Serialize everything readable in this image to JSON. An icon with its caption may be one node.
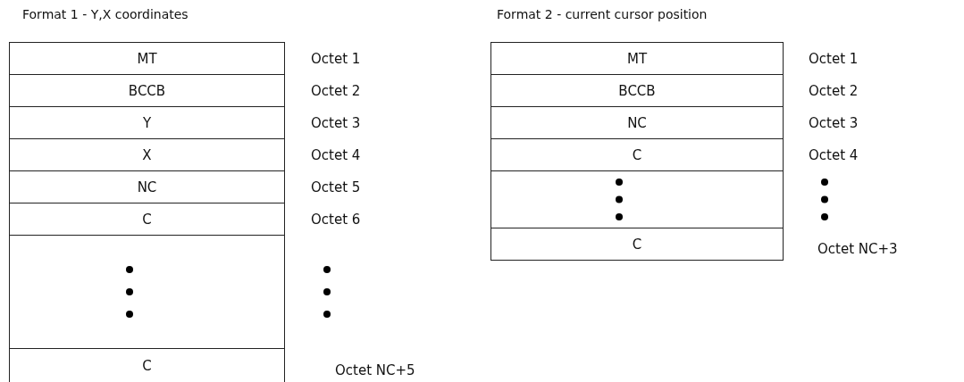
{
  "diagram": {
    "nodes": [
      {
        "text": [
          "MT"
        ],
        "beside": [
          "Octet 1"
        ]
      },
      {
        "text": [
          "BCCB"
        ],
        "beside": [
          "Octet 2"
        ]
      },
      {
        "text": [
          "Y"
        ],
        "beside": [
          "Octet 3"
        ]
      },
      {
        "text": [
          "X"
        ],
        "beside": [
          "Octet 4"
        ]
      },
      {
        "text": [
          "NC"
        ],
        "beside": [
          "Octet 5"
        ]
      },
      {
        "text": [
          "C"
        ],
        "beside": [
          "Octet 6"
        ]
      },
      {
        "text": [],
        "shape": "box"
      },
      {
        "text": [
          "C"
        ],
        "beside": [
          "Octet NC+5"
        ]
      },
      {
        "text": [
          "MT"
        ],
        "beside": [
          "Octet 1"
        ]
      },
      {
        "text": [
          "BCCB"
        ],
        "beside": [
          "Octet 2"
        ]
      },
      {
        "text": [
          "NC"
        ],
        "beside": [
          "Octet 3"
        ]
      },
      {
        "text": [
          "C"
        ],
        "beside": [
          "Octet 4"
        ]
      },
      {
        "text": [],
        "shape": "box"
      },
      {
        "text": [
          "C"
        ],
        "beside": [
          "Octet NC+3"
        ]
      }
    ],
    "labels": [
      "Format 1 - Y,X coordinates",
      "Format 2 - current cursor position"
    ]
  }
}
